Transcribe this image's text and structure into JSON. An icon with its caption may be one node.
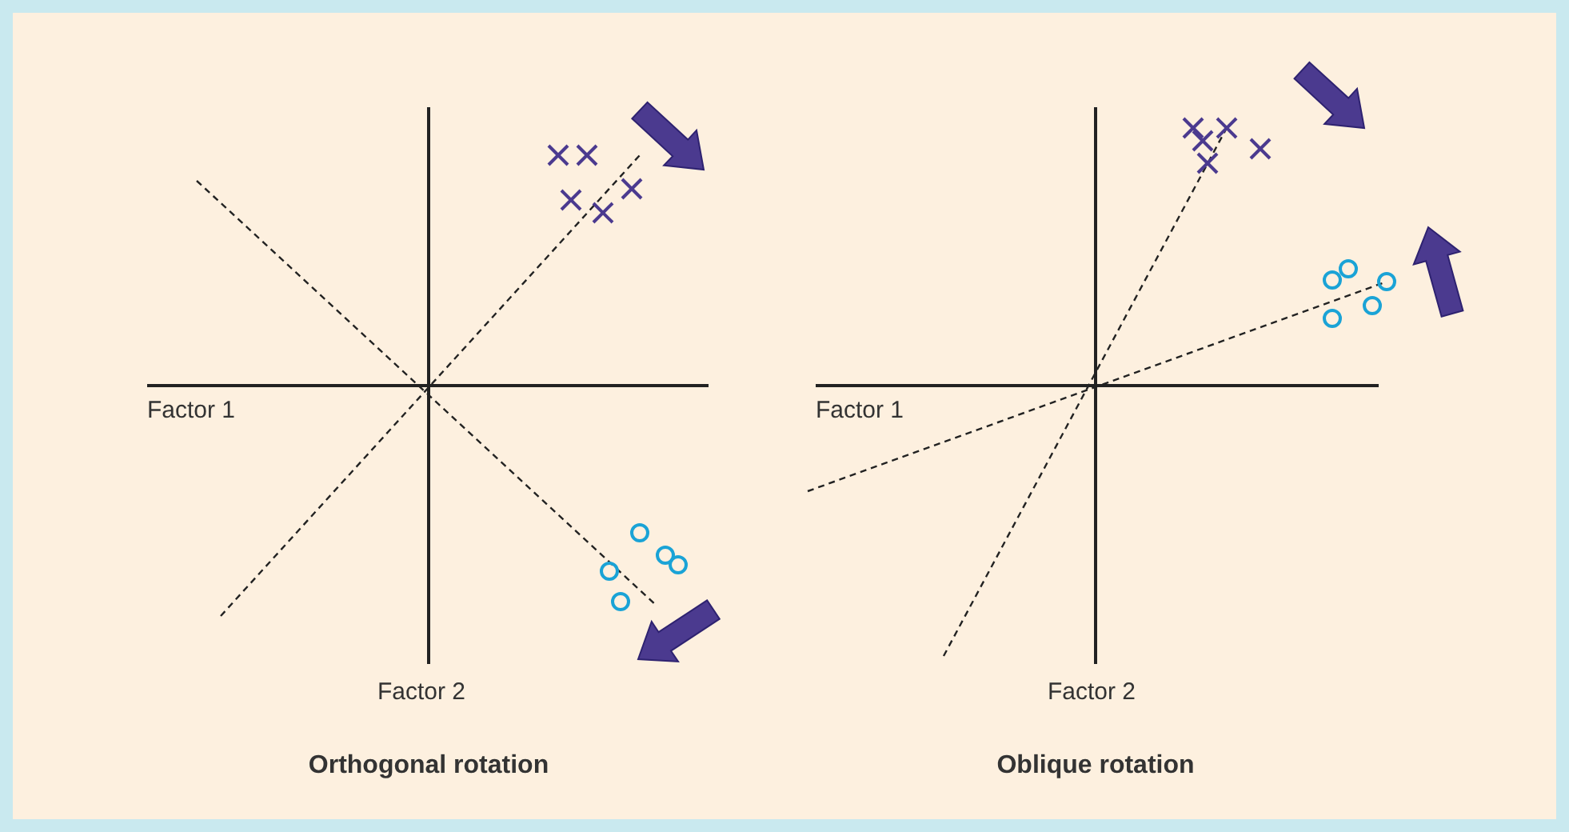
{
  "diagram": {
    "labels": [
      "Factor 1",
      "Factor 2",
      "Orthogonal rotation",
      "Factor 1",
      "Factor 2",
      "Oblique rotation"
    ]
  }
}
